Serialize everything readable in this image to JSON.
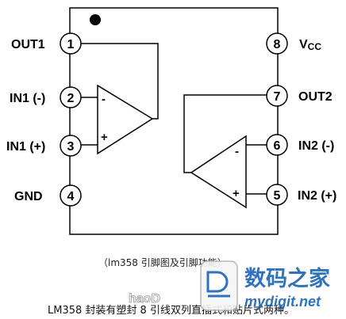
{
  "pins": {
    "p1": {
      "number": "1",
      "label": "OUT1"
    },
    "p2": {
      "number": "2",
      "label": "IN1 (-)"
    },
    "p3": {
      "number": "3",
      "label": "IN1 (+)"
    },
    "p4": {
      "number": "4",
      "label": "GND"
    },
    "p5": {
      "number": "5",
      "label": "IN2 (+)"
    },
    "p6": {
      "number": "6",
      "label": "IN2 (-)"
    },
    "p7": {
      "number": "7",
      "label": "OUT2"
    },
    "p8": {
      "number": "8",
      "label_main": "V",
      "label_sub": "CC"
    }
  },
  "opamp1": {
    "minus": "-",
    "plus": "+"
  },
  "opamp2": {
    "minus": "-",
    "plus": "+"
  },
  "caption": {
    "line1": "（lm358 引脚图及引脚功能）",
    "line2": "LM358 封装有塑封 8 引线双列直插式和贴片式两种。"
  },
  "watermark": {
    "left_text": "haoD",
    "site_name": "数码之家",
    "site_url": "mydigit.net"
  },
  "colors": {
    "line": "#000000",
    "watermark_blue": "#1a64b4",
    "watermark_gray": "#8a8a8a"
  }
}
